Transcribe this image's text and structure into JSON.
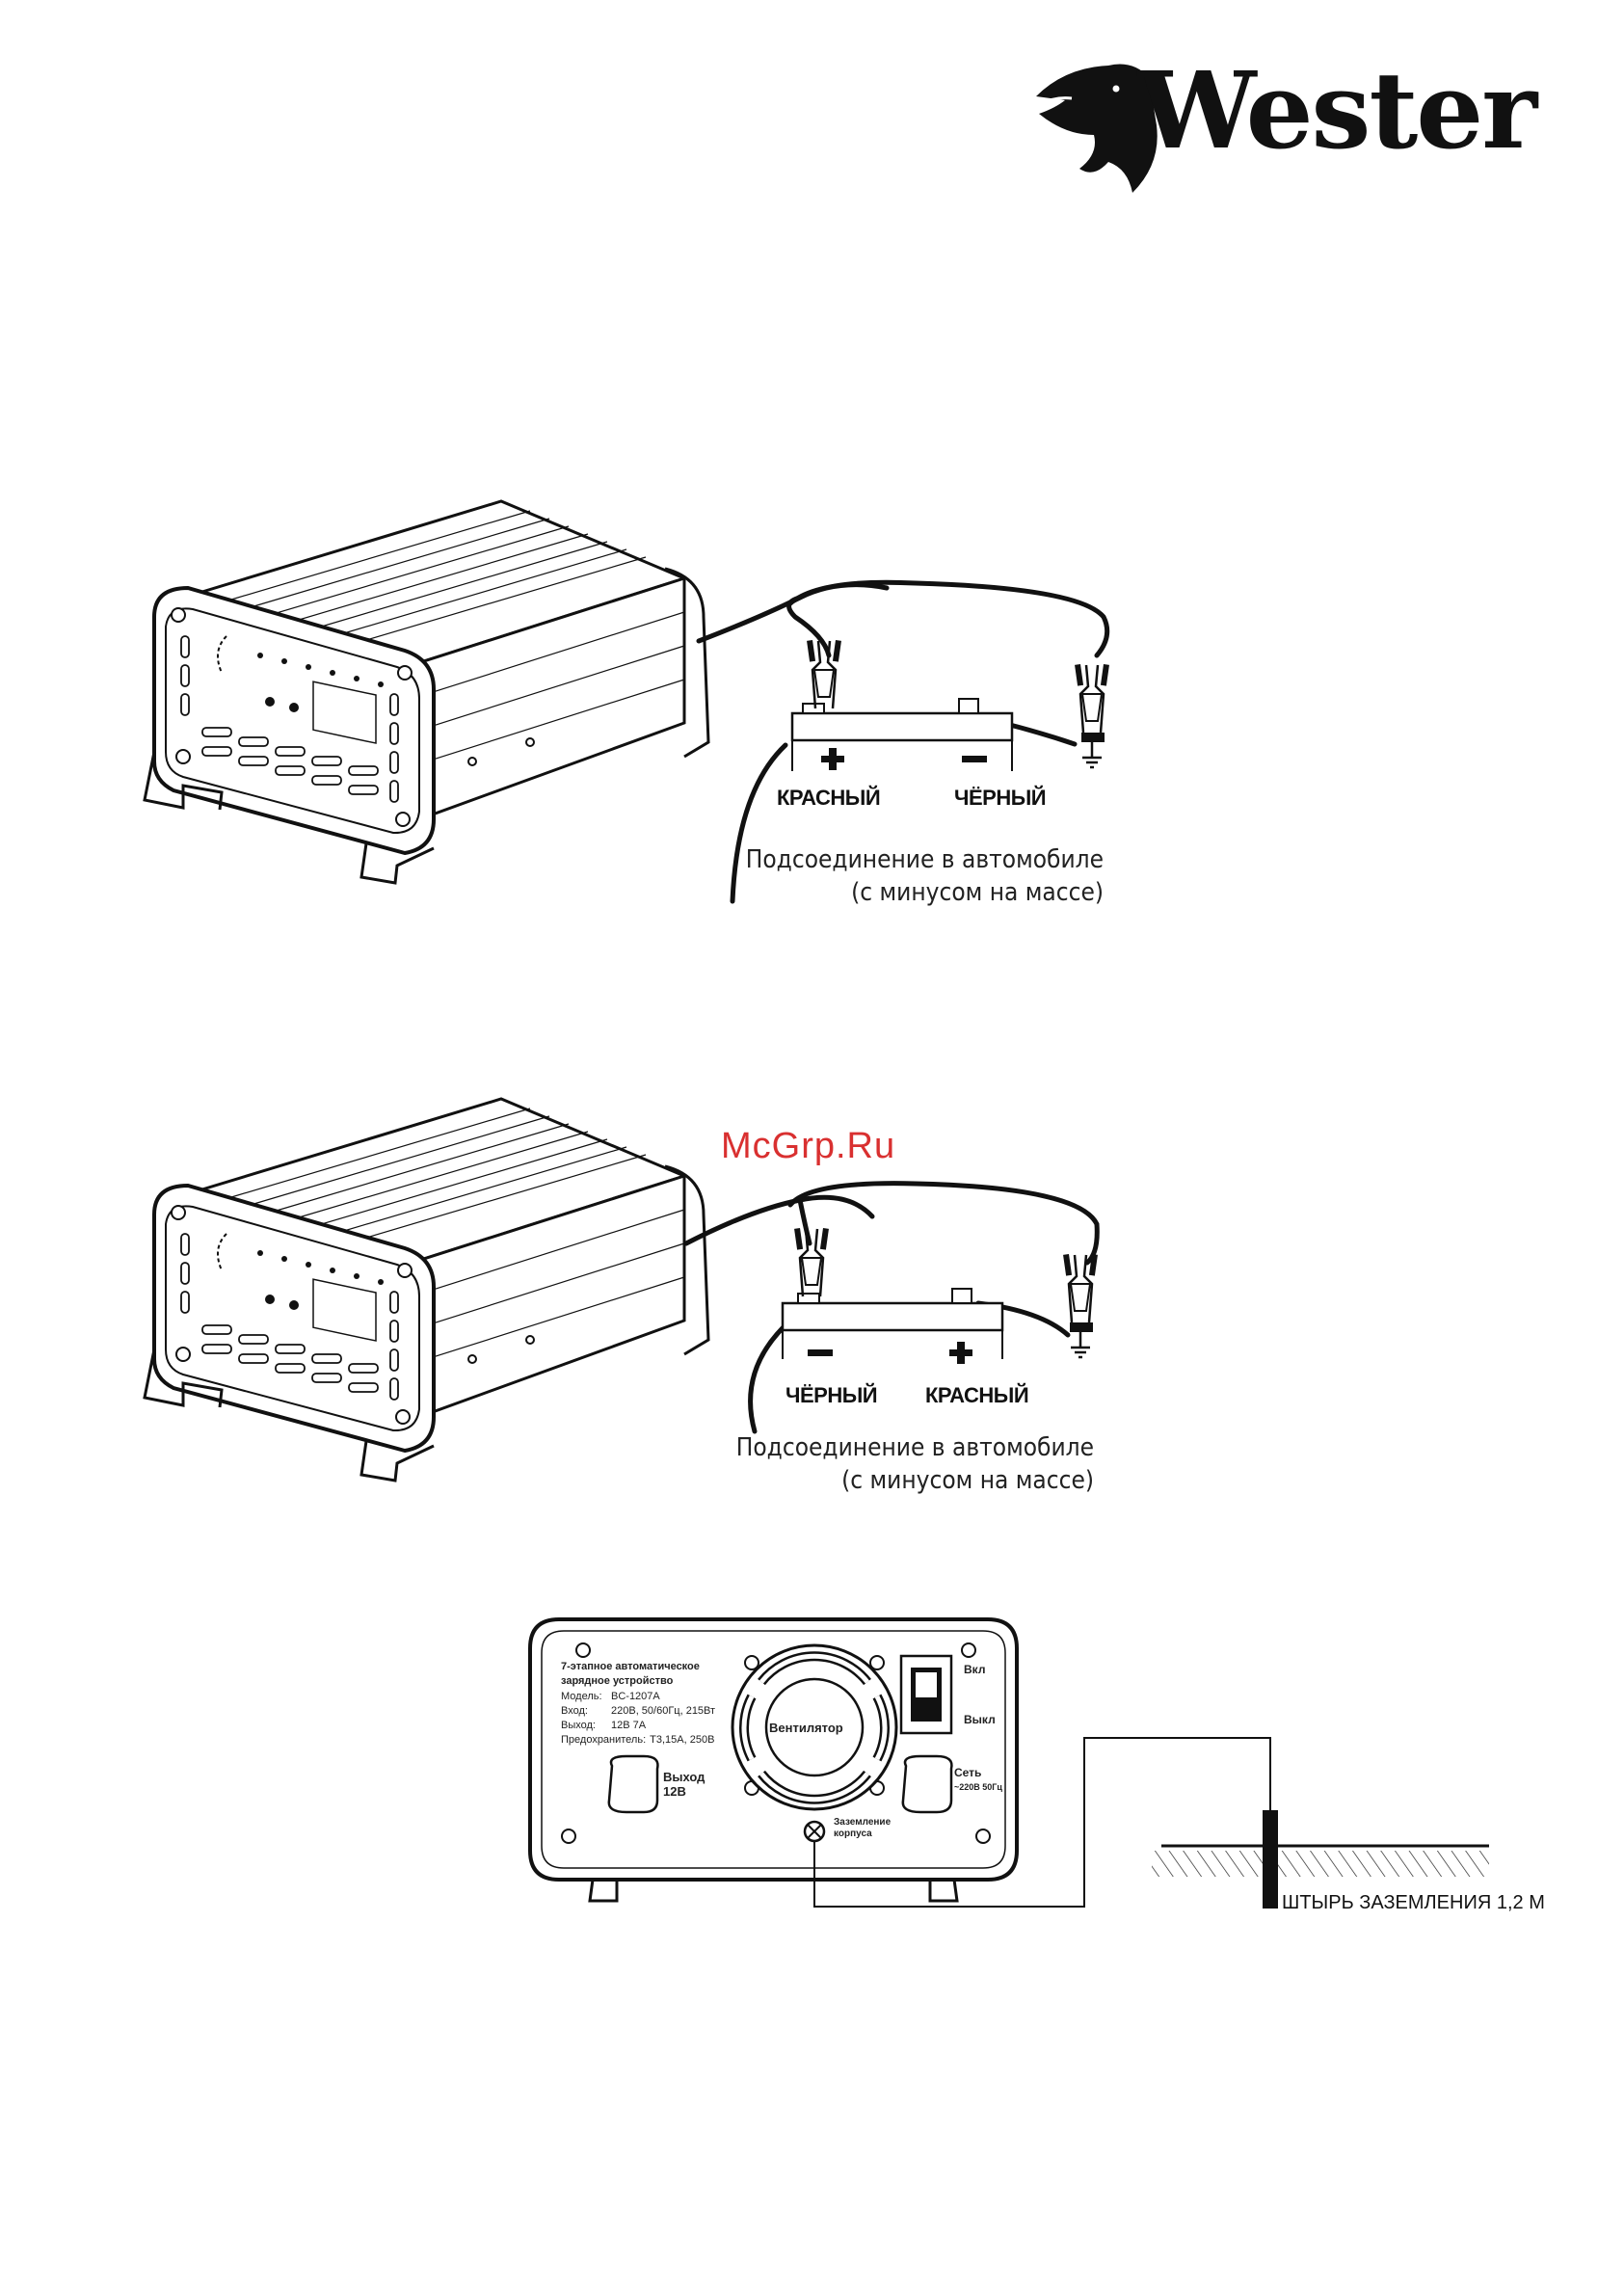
{
  "brand": {
    "name": "Wester",
    "icon": "dragon-head-icon"
  },
  "watermark": "McGrp.Ru",
  "diagram1": {
    "terminals": [
      "КРАСНЫЙ",
      "ЧЁРНЫЙ"
    ],
    "polarity": [
      "+",
      "−"
    ],
    "caption_line1": "Подсоединение в автомобиле",
    "caption_line2": "(с минусом на массе)"
  },
  "diagram2": {
    "terminals": [
      "ЧЁРНЫЙ",
      "КРАСНЫЙ"
    ],
    "polarity": [
      "−",
      "+"
    ],
    "caption_line1": "Подсоединение в автомобиле",
    "caption_line2": "(с минусом на массе)"
  },
  "rear_panel": {
    "title_line1": "7-этапное автоматическое",
    "title_line2": "зарядное устройство",
    "specs": [
      {
        "label": "Модель:",
        "value": "BC-1207A"
      },
      {
        "label": "Вход:",
        "value": "220В, 50/60Гц, 215Вт"
      },
      {
        "label": "Выход:",
        "value": "12В 7А"
      },
      {
        "label": "Предохранитель:",
        "value": "T3,15A, 250В"
      }
    ],
    "fan_label": "Вентилятор",
    "switch_on": "Вкл",
    "switch_off": "Выкл",
    "output_label_line1": "Выход",
    "output_label_line2": "12В",
    "mains_label_line1": "Сеть",
    "mains_label_line2": "~220В 50Гц",
    "ground_label_line1": "Заземление",
    "ground_label_line2": "корпуса"
  },
  "ground_rod_label": "ШТЫРЬ ЗАЗЕМЛЕНИЯ 1,2 М"
}
